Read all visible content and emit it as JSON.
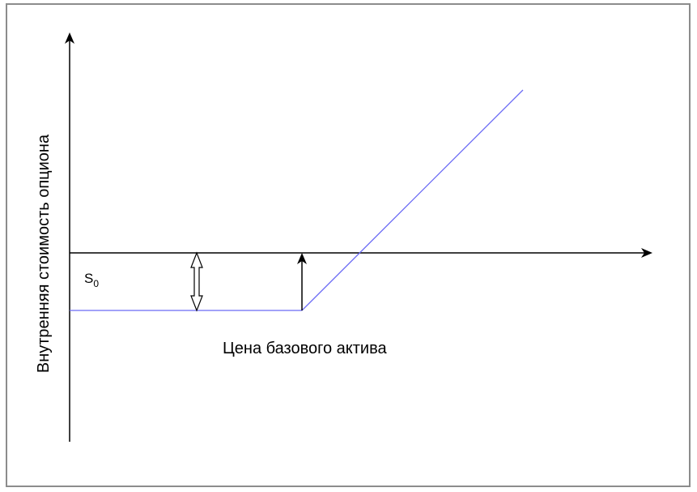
{
  "diagram": {
    "y_axis_label": "Внутренняя стоимость опциона",
    "x_axis_label": "Цена базового актива",
    "s0_label": {
      "base": "S",
      "subscript": "0"
    }
  },
  "colors": {
    "axis": "#000000",
    "payoff_line": "#6b6bf5",
    "frame_border": "#8c8c8c"
  }
}
